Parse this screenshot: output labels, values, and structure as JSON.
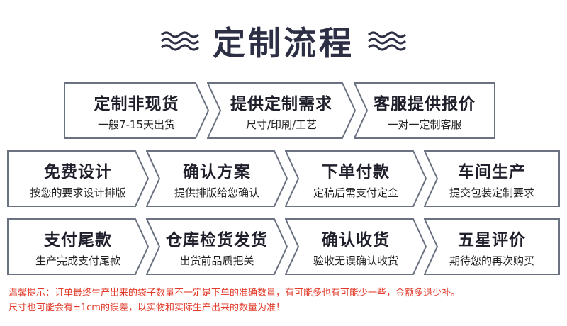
{
  "title": "定制流程",
  "rows": [
    [
      {
        "main": "定制非现货",
        "sub": "一般7-15天出货"
      },
      {
        "main": "提供定制需求",
        "sub": "尺寸/印刷/工艺"
      },
      {
        "main": "客服提供报价",
        "sub": "一对一定制客服"
      }
    ],
    [
      {
        "main": "免费设计",
        "sub": "按您的要求设计排版"
      },
      {
        "main": "确认方案",
        "sub": "提供排版给您确认"
      },
      {
        "main": "下单付款",
        "sub": "定稿后需支付定金"
      },
      {
        "main": "车间生产",
        "sub": "提交包装定制要求"
      }
    ],
    [
      {
        "main": "支付尾款",
        "sub": "生产完成支付尾款"
      },
      {
        "main": "仓库检货发货",
        "sub": "出货前品质把关"
      },
      {
        "main": "确认收货",
        "sub": "验收无误确认收货"
      },
      {
        "main": "五星评价",
        "sub": "期待您的再次购买"
      }
    ]
  ],
  "notice": {
    "line1": "温馨提示：订单最终生产出来的袋子数量不一定是下单的准确数量，有可能多也有可能少一些，金额多退少补。",
    "line2": "尺寸也可能会有±1cm的误差，以实物和实际生产出来的数量为准！"
  },
  "colors": {
    "title": "#2d2f45",
    "border": "#6a7180",
    "notice": "#e23a2a"
  }
}
